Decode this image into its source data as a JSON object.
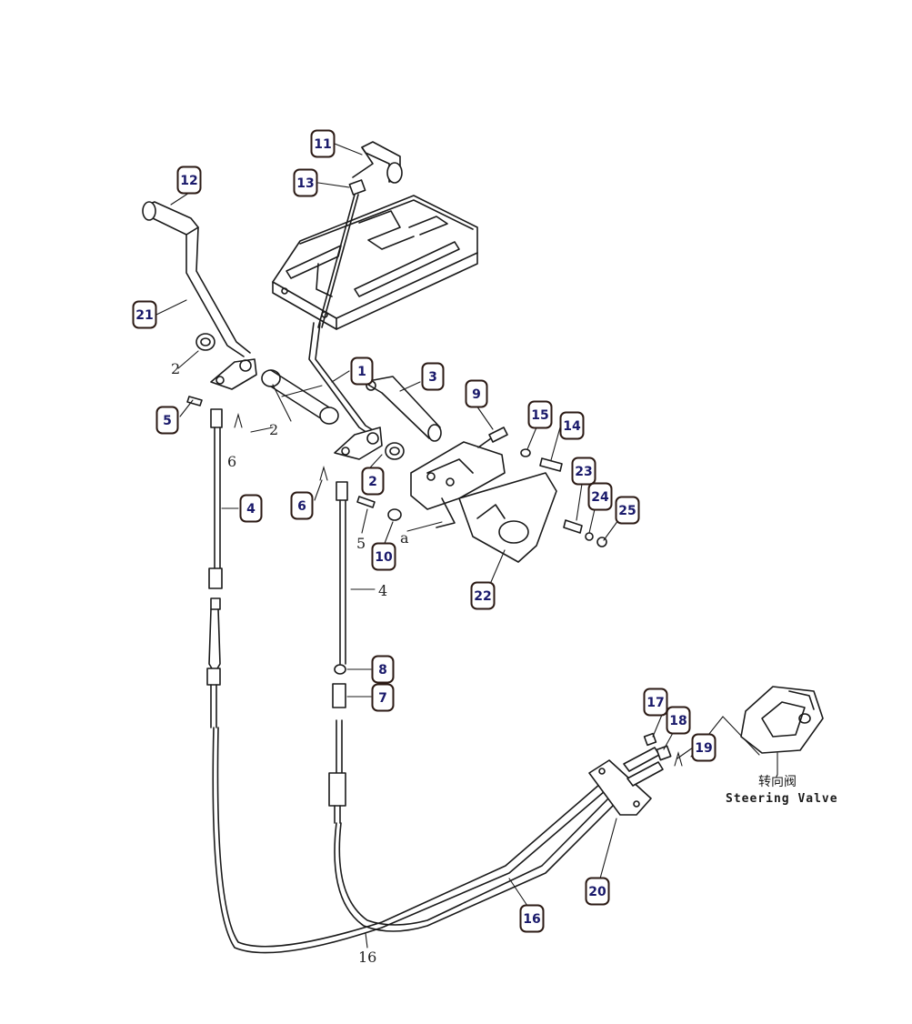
{
  "callouts": [
    "11",
    "13",
    "12",
    "21",
    "1",
    "3",
    "9",
    "15",
    "14",
    "5",
    "4",
    "2",
    "6",
    "23",
    "24",
    "25",
    "10",
    "22",
    "8",
    "7",
    "17",
    "18",
    "19",
    "20",
    "16"
  ],
  "plain_labels": [
    "2",
    "2",
    "6",
    "5",
    "a",
    "4",
    "16"
  ],
  "steering_valve": {
    "label_cn": "转向阀",
    "label_en": "Steering Valve"
  }
}
